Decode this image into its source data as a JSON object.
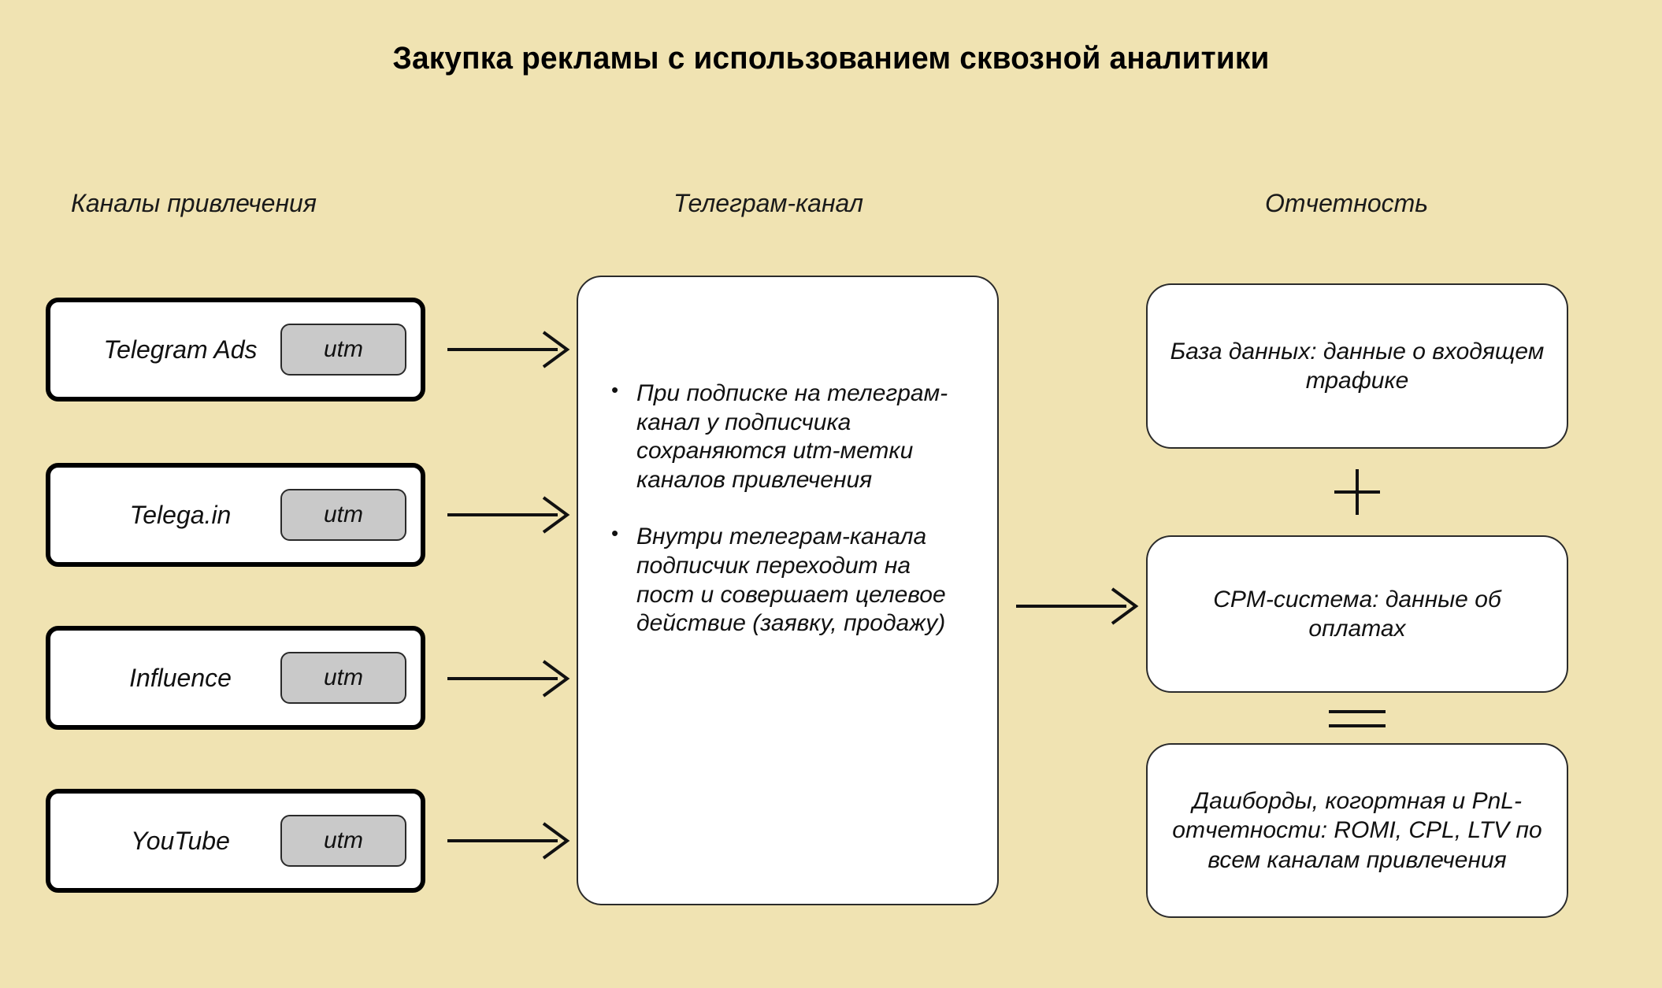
{
  "title": "Закупка рекламы с использованием сквозной аналитики",
  "colors": {
    "background": "#f0e3b2",
    "box_fill": "#ffffff",
    "box_border": "#000000",
    "utm_fill": "#c9c9c9",
    "text": "#111111"
  },
  "columns": {
    "channels_header": "Каналы привлечения",
    "telegram_header": "Телеграм-канал",
    "reporting_header": "Отчетность"
  },
  "channels": [
    {
      "name": "Telegram Ads",
      "tag": "utm"
    },
    {
      "name": "Telega.in",
      "tag": "utm"
    },
    {
      "name": "Influence",
      "tag": "utm"
    },
    {
      "name": "YouTube",
      "tag": "utm"
    }
  ],
  "telegram_bullets": [
    "При подписке на телеграм-канал у подписчика сохраняются utm-метки каналов привлечения",
    "Внутри телеграм-канала подписчик переходит на пост и совершает целевое действие (заявку, продажу)"
  ],
  "reporting": {
    "boxes": [
      "База данных: данные о входящем трафике",
      "CPM-система: данные об оплатах",
      "Дашборды, когортная и PnL-отчетности: ROMI, CPL, LTV по всем каналам привлечения"
    ],
    "operators": [
      "+",
      "="
    ]
  },
  "arrows": {
    "channel_to_telegram_count": 4,
    "telegram_to_reporting_count": 1,
    "direction": "right"
  }
}
